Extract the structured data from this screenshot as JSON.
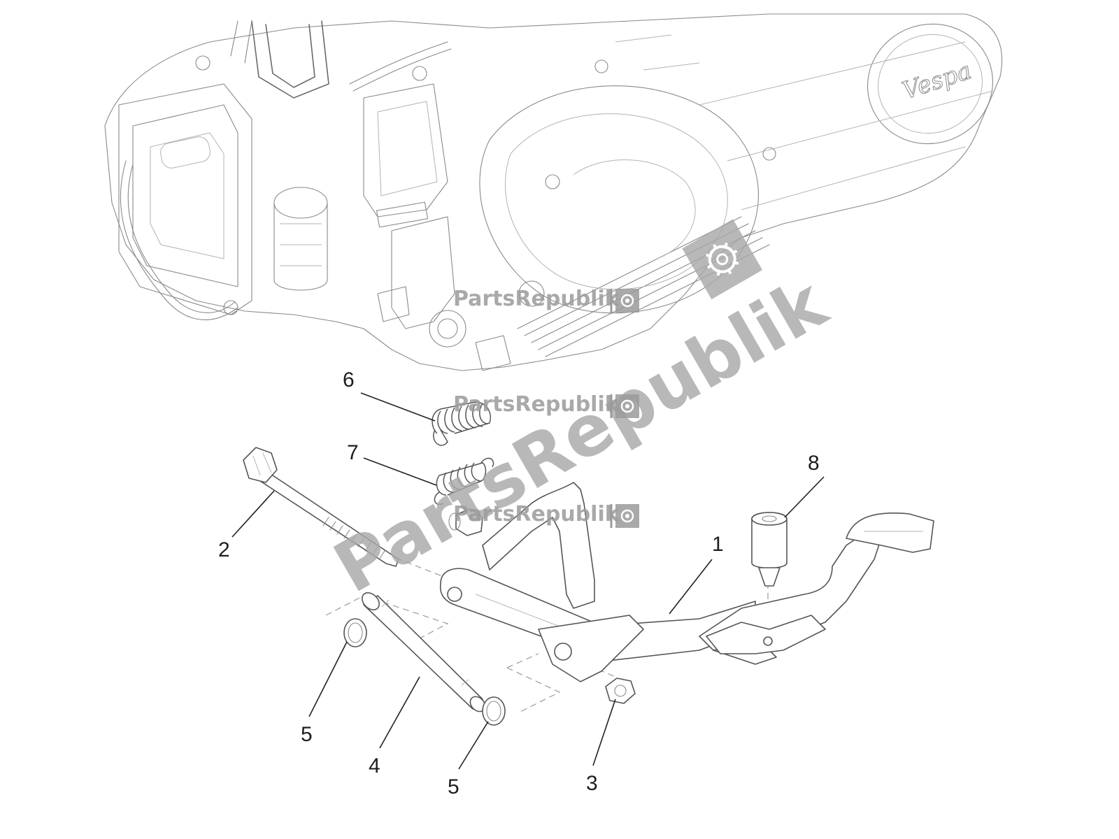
{
  "callouts": [
    {
      "id": "1",
      "label": "1"
    },
    {
      "id": "2",
      "label": "2"
    },
    {
      "id": "3",
      "label": "3"
    },
    {
      "id": "4",
      "label": "4"
    },
    {
      "id": "5a",
      "label": "5"
    },
    {
      "id": "5b",
      "label": "5"
    },
    {
      "id": "6",
      "label": "6"
    },
    {
      "id": "7",
      "label": "7"
    },
    {
      "id": "8",
      "label": "8"
    }
  ],
  "watermark": {
    "text": "PartsRepublik",
    "icon": "gear-icon",
    "color": "#9a9a9a"
  },
  "engine_logo_text": "Vespa",
  "colors": {
    "line": "#6a6a6a",
    "coil": "#555555",
    "background": "#ffffff"
  }
}
